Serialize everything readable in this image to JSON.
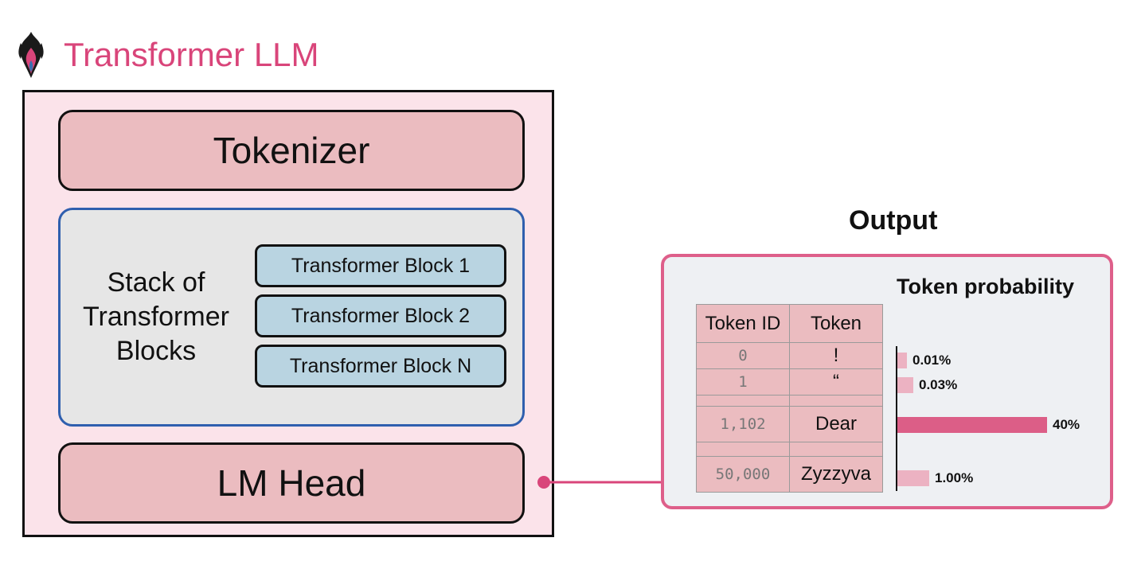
{
  "header": {
    "title": "Transformer LLM",
    "logo_icon": "flame-logo-icon"
  },
  "llm": {
    "tokenizer_label": "Tokenizer",
    "stack_label_lines": [
      "Stack of",
      "Transformer",
      "Blocks"
    ],
    "blocks": [
      "Transformer Block 1",
      "Transformer Block 2",
      "Transformer Block N"
    ],
    "lm_head_label": "LM Head"
  },
  "output": {
    "title": "Output",
    "chart_title": "Token probability",
    "table_headers": [
      "Token ID",
      "Token"
    ],
    "rows": [
      {
        "id": "0",
        "token": "!",
        "pct": "0.01%",
        "value": 0.01
      },
      {
        "id": "1",
        "token": "“",
        "pct": "0.03%",
        "value": 0.03
      },
      {
        "id": "1,102",
        "token": "Dear",
        "pct": "40%",
        "value": 40
      },
      {
        "id": "50,000",
        "token": "Zyzzyva",
        "pct": "1.00%",
        "value": 1.0
      }
    ]
  },
  "colors": {
    "accent_pink": "#d9457a",
    "box_pink": "#ebbcc0",
    "block_blue": "#b9d4e1",
    "stack_border_blue": "#2f5fae",
    "bar_highlight": "#dc5e87",
    "bar_light": "#ecb2c2"
  }
}
